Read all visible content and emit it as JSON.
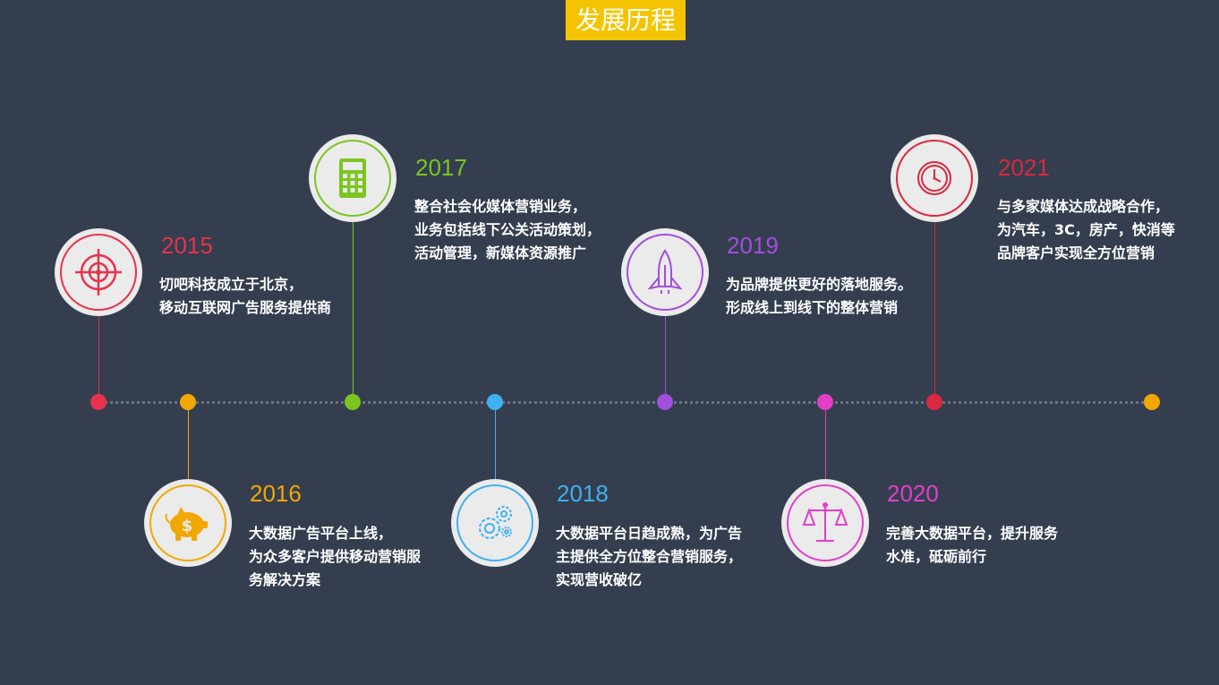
{
  "title": "发展历程",
  "colors": {
    "background": "#343e4f",
    "title_bg": "#f5c400",
    "y2015": "#e6324b",
    "y2016": "#f0a800",
    "y2017": "#7cc520",
    "y2018": "#3fb0f0",
    "y2019": "#a14fdc",
    "y2020": "#e23fc6",
    "y2021": "#d9283f",
    "end": "#f0a800"
  },
  "milestones": [
    {
      "year": "2015",
      "desc": "切吧科技成立于北京，\n移动互联网广告服务提供商",
      "icon": "target-icon"
    },
    {
      "year": "2016",
      "desc": "大数据广告平台上线，\n为众多客户提供移动营销服\n务解决方案",
      "icon": "piggy-bank-icon"
    },
    {
      "year": "2017",
      "desc": "整合社会化媒体营销业务，\n业务包括线下公关活动策划，\n活动管理，新媒体资源推广",
      "icon": "calculator-icon"
    },
    {
      "year": "2018",
      "desc": "大数据平台日趋成熟，为广告\n主提供全方位整合营销服务，\n实现营收破亿",
      "icon": "gears-icon"
    },
    {
      "year": "2019",
      "desc": "为品牌提供更好的落地服务。\n形成线上到线下的整体营销",
      "icon": "rocket-icon"
    },
    {
      "year": "2020",
      "desc": "完善大数据平台，提升服务\n水准，砥砺前行",
      "icon": "scales-icon"
    },
    {
      "year": "2021",
      "desc": "与多家媒体达成战略合作，\n为汽车，3C，房产，快消等\n品牌客户实现全方位营销",
      "icon": "clock-icon"
    }
  ]
}
